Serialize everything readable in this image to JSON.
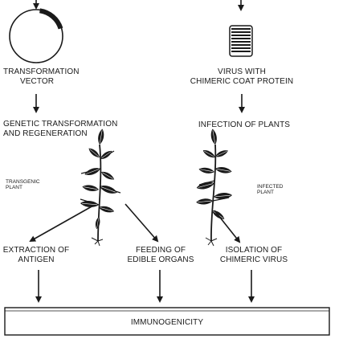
{
  "labels": {
    "transformation_vector_1": "TRANSFORMATION",
    "transformation_vector_2": "VECTOR",
    "virus_1": "VIRUS WITH",
    "virus_2": "CHIMERIC COAT PROTEIN",
    "genetic_1": "GENETIC TRANSFORMATION",
    "genetic_2": "AND REGENERATION",
    "infection": "INFECTION OF PLANTS",
    "transgenic_1": "TRANSGENIC",
    "transgenic_2": "PLANT",
    "infected_1": "INFECTED",
    "infected_2": "PLANT",
    "extraction_1": "EXTRACTION OF",
    "extraction_2": "ANTIGEN",
    "feeding_1": "FEEDING OF",
    "feeding_2": "EDIBLE ORGANS",
    "isolation_1": "ISOLATION OF",
    "isolation_2": "CHIMERIC VIRUS",
    "result": "IMMUNOGENICITY"
  },
  "colors": {
    "ink": "#1a1a1a",
    "background": "#ffffff"
  },
  "icons": [
    "plasmid-icon",
    "virus-rod-icon",
    "transgenic-plant-icon",
    "infected-plant-icon"
  ]
}
